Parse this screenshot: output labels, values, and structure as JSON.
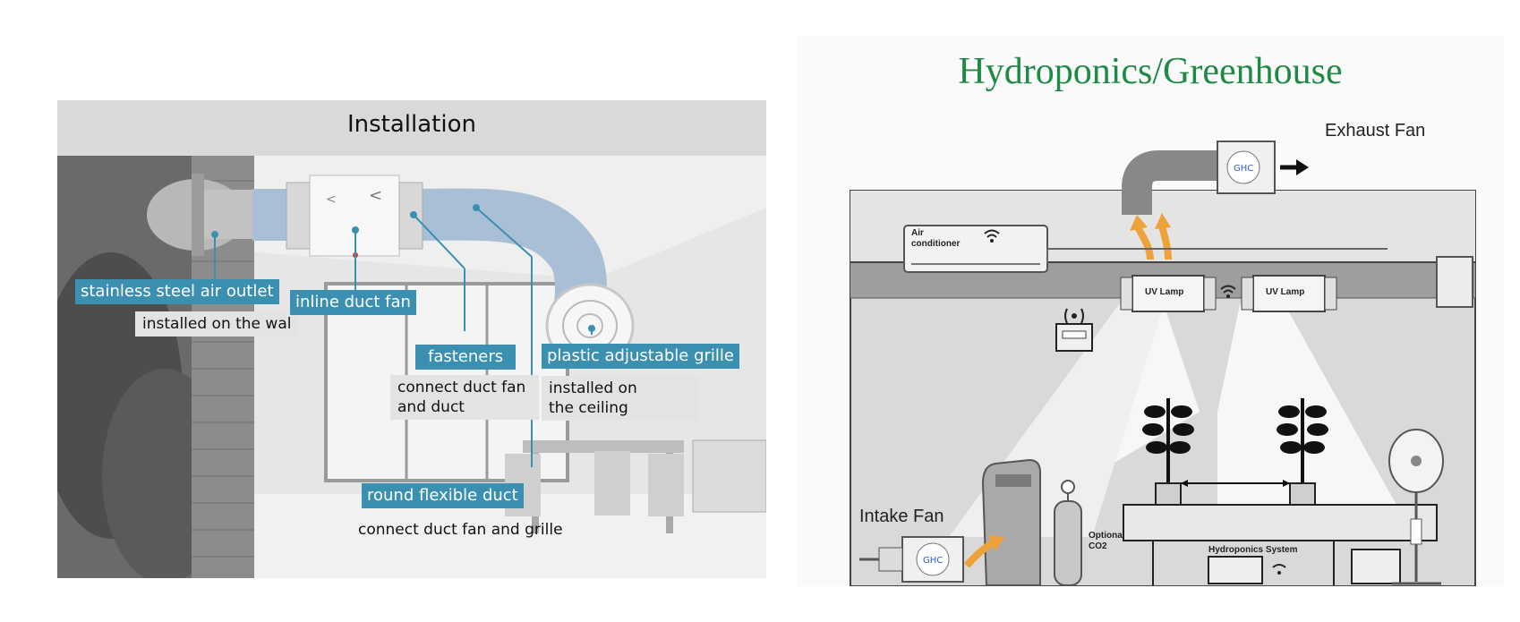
{
  "installation": {
    "title": "Installation",
    "labels": {
      "air_outlet": "stainless steel air outlet",
      "air_outlet_note": "installed on the wal",
      "duct_fan": "inline duct fan",
      "fasteners": "fasteners",
      "fasteners_note_line1": "connect duct fan",
      "fasteners_note_line2": "and duct",
      "grille": "plastic adjustable grille",
      "grille_note_line1": "installed on",
      "grille_note_line2": "the ceiling",
      "flex_duct": "round flexible duct",
      "flex_duct_note": "connect duct fan and grille"
    },
    "colors": {
      "tag_bg": "#3b8fb0",
      "duct": "#a9bfd6"
    }
  },
  "greenhouse": {
    "title": "Hydroponics/Greenhouse",
    "title_color": "#1e8a45",
    "labels": {
      "exhaust_fan": "Exhaust Fan",
      "air_conditioner_line1": "Air",
      "air_conditioner_line2": "conditioner",
      "uv_lamp_1": "UV Lamp",
      "uv_lamp_2": "UV Lamp",
      "intake_fan": "Intake Fan",
      "co2_line1": "Optional",
      "co2_line2": "CO2",
      "hydroponics_system": "Hydroponics System"
    }
  }
}
